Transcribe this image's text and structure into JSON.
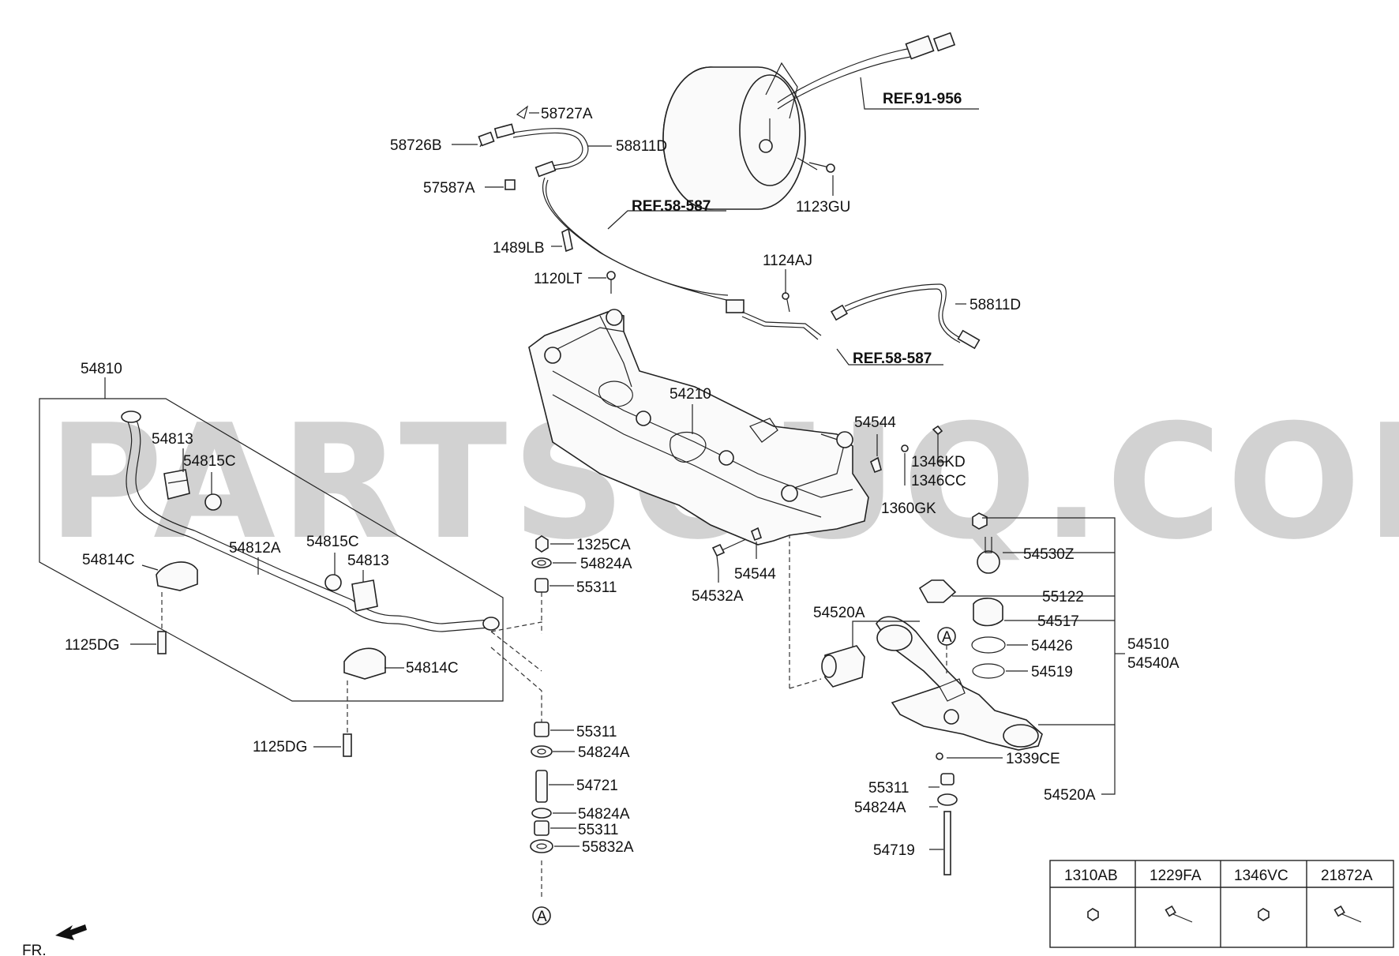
{
  "watermark": "PARTSOUQ.COM",
  "direction_label": "FR.",
  "refs": {
    "ref_91_956": "REF.91-956",
    "ref_58_587_top": "REF.58-587",
    "ref_58_587_bottom": "REF.58-587"
  },
  "labels": {
    "p58727A": "58727A",
    "p58726B": "58726B",
    "p58811D_top": "58811D",
    "p57587A": "57587A",
    "p1489LB": "1489LB",
    "p1120LT": "1120LT",
    "p1124AJ": "1124AJ",
    "p58811D_right": "58811D",
    "p1123GU": "1123GU",
    "p54210": "54210",
    "p54544_top": "54544",
    "p1346KD": "1346KD",
    "p1346CC": "1346CC",
    "p1360GK": "1360GK",
    "p54544_bottom": "54544",
    "p54532A": "54532A",
    "p54810": "54810",
    "p54813_left": "54813",
    "p54815C_left": "54815C",
    "p54812A": "54812A",
    "p54815C_mid": "54815C",
    "p54813_mid": "54813",
    "p54814C_left": "54814C",
    "p54814C_mid": "54814C",
    "p1125DG_top": "1125DG",
    "p1125DG_bottom": "1125DG",
    "p1325CA": "1325CA",
    "p54824A_1": "54824A",
    "p55311_1": "55311",
    "p55311_2": "55311",
    "p54824A_2": "54824A",
    "p54721": "54721",
    "p54824A_3": "54824A",
    "p55311_3": "55311",
    "p55832A": "55832A",
    "p54530Z": "54530Z",
    "p55122": "55122",
    "p54517": "54517",
    "p54426": "54426",
    "p54519": "54519",
    "p54510": "54510",
    "p54540A": "54540A",
    "p54520A_left": "54520A",
    "p1339CE": "1339CE",
    "p55311_4": "55311",
    "p54824A_4": "54824A",
    "p54719": "54719",
    "p54520A_bottom": "54520A",
    "circle_a_1": "A",
    "circle_a_2": "A"
  },
  "table": {
    "headers": [
      "1310AB",
      "1229FA",
      "1346VC",
      "21872A"
    ],
    "icons": [
      "nut-icon",
      "bolt-icon",
      "nut-icon",
      "bolt-icon"
    ]
  }
}
